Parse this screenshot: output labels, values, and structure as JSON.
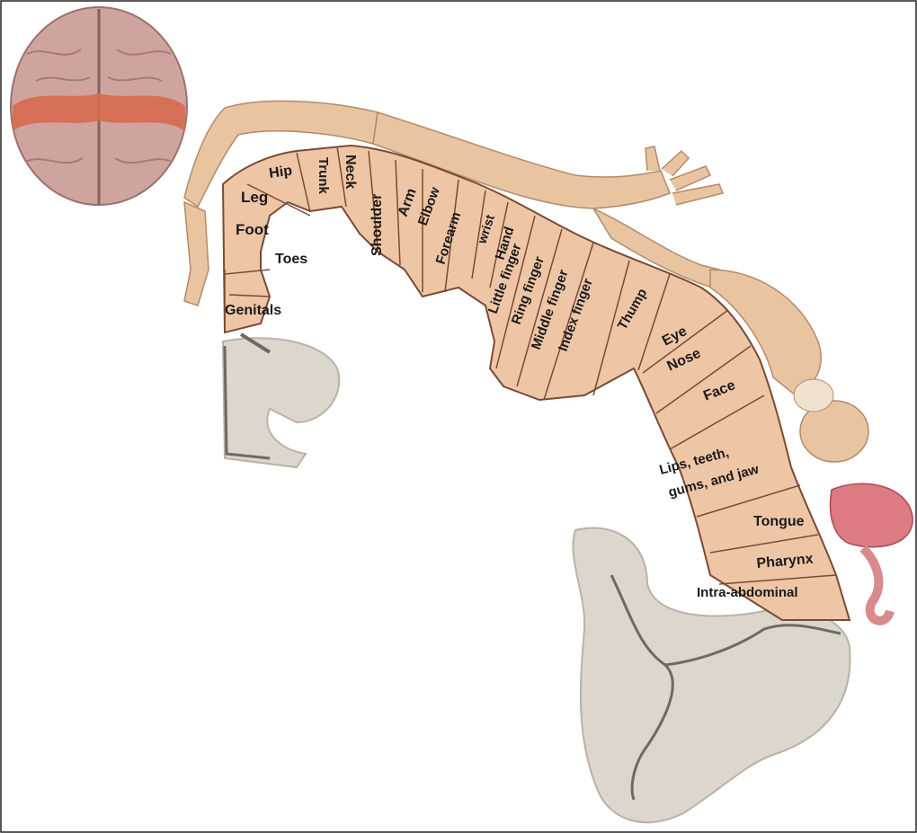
{
  "colors": {
    "band": "#eec6a6",
    "band_stroke": "#7a4a34",
    "body": "#e9c4a1",
    "bone": "#dcd6cc",
    "bone_dark": "#6e6a62",
    "brain": "#cfa39e",
    "brain_strip": "#d56a4e",
    "tongue": "#de7a82",
    "text": "#1a1a1a"
  },
  "labels": {
    "hip": "Hip",
    "trunk": "Trunk",
    "neck": "Neck",
    "leg": "Leg",
    "foot": "Foot",
    "toes": "Toes",
    "genitals": "Genitals",
    "shoulder": "Shoulder",
    "arm": "Arm",
    "elbow": "Elbow",
    "forearm": "Forearm",
    "wrist": "wrist",
    "hand": "Hand",
    "little_finger": "Little finger",
    "ring_finger": "Ring finger",
    "middle_finger": "Middle finger",
    "index_finger": "Index finger",
    "thump": "Thump",
    "eye": "Eye",
    "nose": "Nose",
    "face": "Face",
    "lips_line1": "Lips, teeth,",
    "lips_line2": "gums, and jaw",
    "tongue": "Tongue",
    "pharynx": "Pharynx",
    "intra_abdominal": "Intra-abdominal"
  },
  "icons": {
    "brain": "brain-illustration",
    "homunculus": "homunculus-figure"
  }
}
